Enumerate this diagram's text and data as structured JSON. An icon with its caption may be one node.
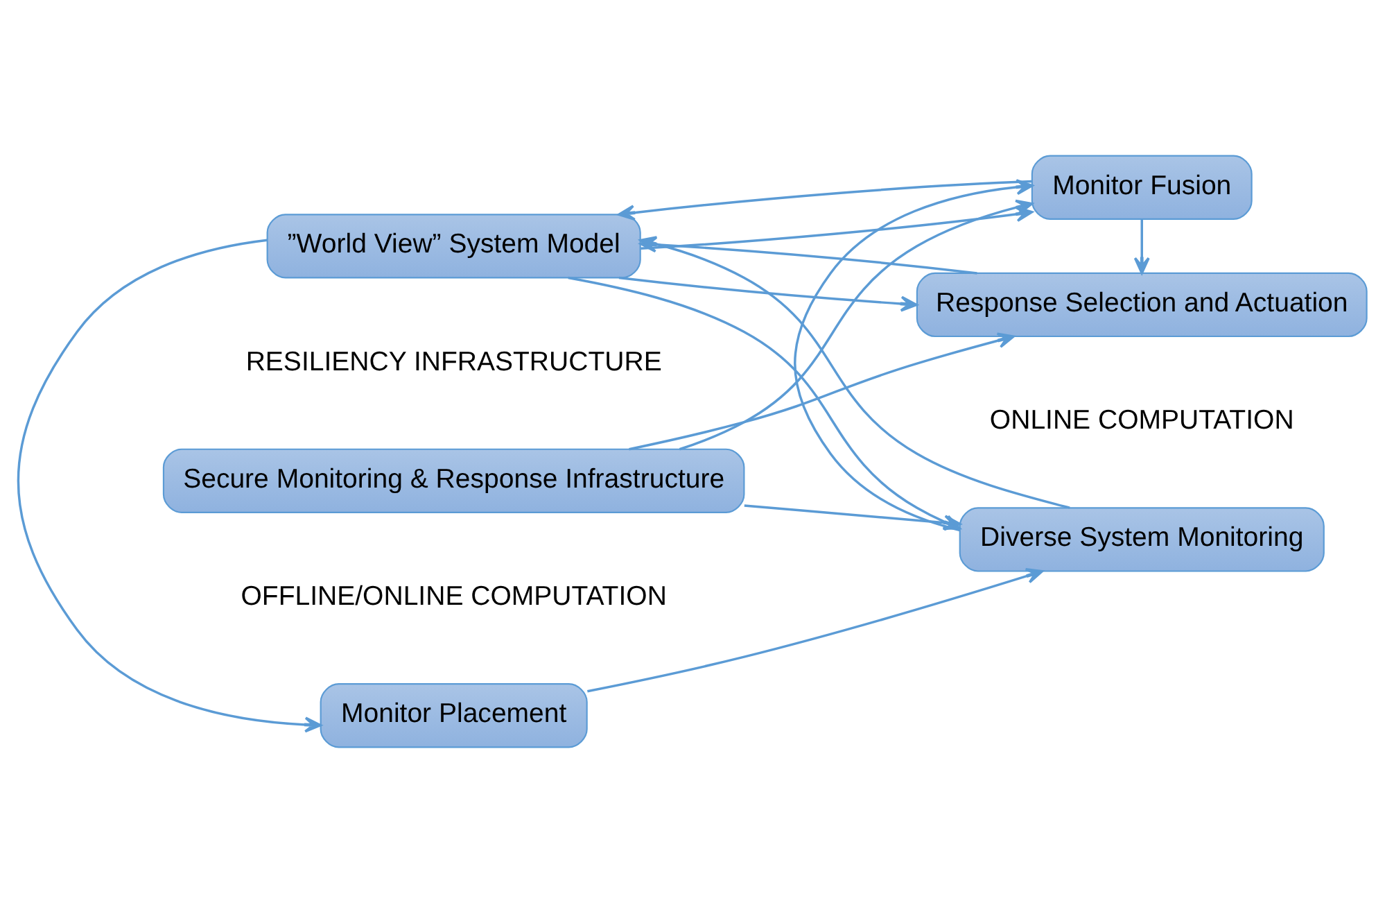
{
  "diagram": {
    "nodes": [
      {
        "text": [
          "Monitor Placement"
        ]
      },
      {
        "text": [
          "”World View” System Model"
        ]
      },
      {
        "text": [
          "Diverse System Monitoring"
        ]
      },
      {
        "text": [
          "Monitor Fusion"
        ]
      },
      {
        "text": [
          "Response Selection and Actuation"
        ]
      },
      {
        "text": [
          "Secure Monitoring & Response Infrastructure"
        ]
      }
    ],
    "edges": [
      {
        "from": 0,
        "to": 2,
        "arrow": "to"
      },
      {
        "from": 1,
        "to": 0,
        "arrow": "to"
      },
      {
        "from": 2,
        "to": 1,
        "arrow": "to"
      },
      {
        "from": 1,
        "to": 2,
        "arrow": "to"
      },
      {
        "from": 1,
        "to": 3,
        "arrow": "to"
      },
      {
        "from": 3,
        "to": 1,
        "arrow": "to"
      },
      {
        "from": 1,
        "to": 4,
        "arrow": "to"
      },
      {
        "from": 4,
        "to": 1,
        "arrow": "to"
      },
      {
        "from": 2,
        "to": 3,
        "arrow": "to"
      },
      {
        "from": 3,
        "to": 4,
        "arrow": "to"
      },
      {
        "from": 5,
        "to": 2,
        "arrow": "to"
      },
      {
        "from": 5,
        "to": 3,
        "arrow": "to"
      },
      {
        "from": 5,
        "to": 4,
        "arrow": "to"
      }
    ],
    "labels": [
      "OFFLINE/ONLINE COMPUTATION",
      "ONLINE COMPUTATION",
      "RESILIENCY INFRASTRUCTURE"
    ]
  }
}
